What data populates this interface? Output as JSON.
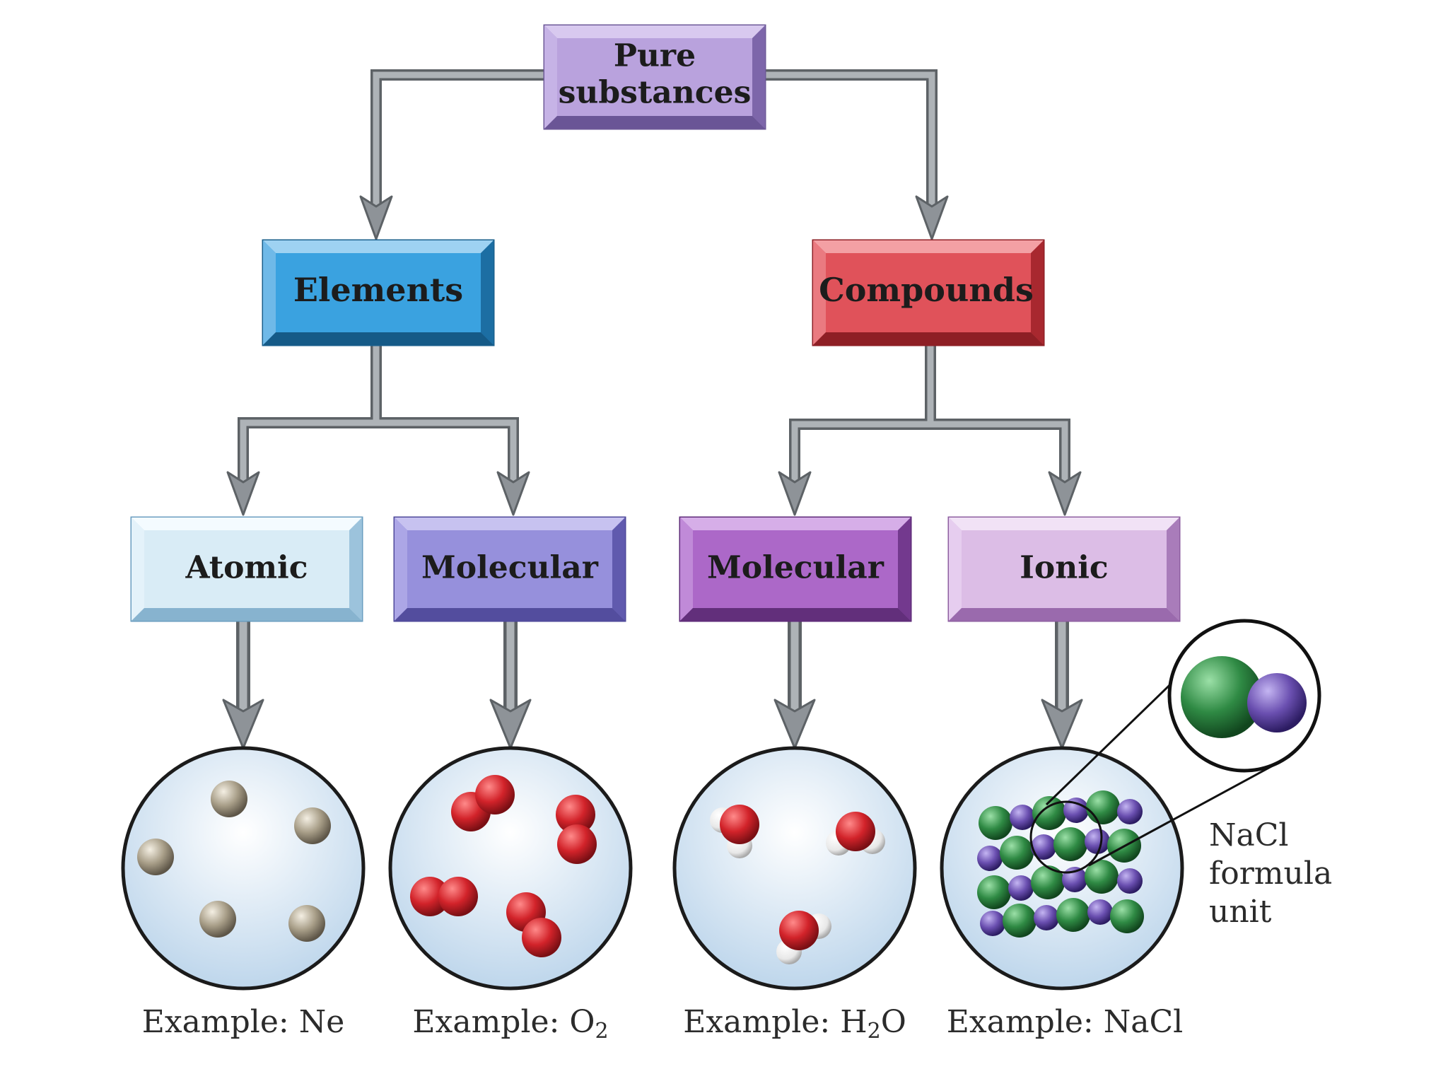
{
  "boxes": {
    "pure": {
      "line1": "Pure",
      "line2": "substances",
      "color": "#a98fd0"
    },
    "elements": {
      "label": "Elements",
      "color": "#2f94d6"
    },
    "compounds": {
      "label": "Compounds",
      "color": "#d9444c"
    },
    "atomic": {
      "label": "Atomic",
      "color": "#cfe6f2"
    },
    "molecular_el": {
      "label": "Molecular",
      "color": "#8a83d6"
    },
    "molecular_co": {
      "label": "Molecular",
      "color": "#a25cc0"
    },
    "ionic": {
      "label": "Ionic",
      "color": "#d6b2e0"
    }
  },
  "examples": {
    "ne": {
      "prefix": "Example: ",
      "formula": "Ne"
    },
    "o2": {
      "prefix": "Example: ",
      "main": "O",
      "sub": "2"
    },
    "h2o": {
      "prefix": "Example: ",
      "main": "H",
      "sub": "2",
      "rest": "O"
    },
    "nacl": {
      "prefix": "Example: ",
      "formula": "NaCl"
    }
  },
  "callout": {
    "line1": "NaCl",
    "line2": "formula",
    "line3": "unit"
  },
  "colors": {
    "arrow": "#8e9398",
    "arrow_edge": "#5d6266",
    "neon_atom": "#a89e88",
    "oxygen": "#d2232a",
    "hydrogen": "#f2f2f2",
    "sodium": "#6a4fb0",
    "chloride": "#2f8a44",
    "circle_fill": "#e6f0f8"
  }
}
